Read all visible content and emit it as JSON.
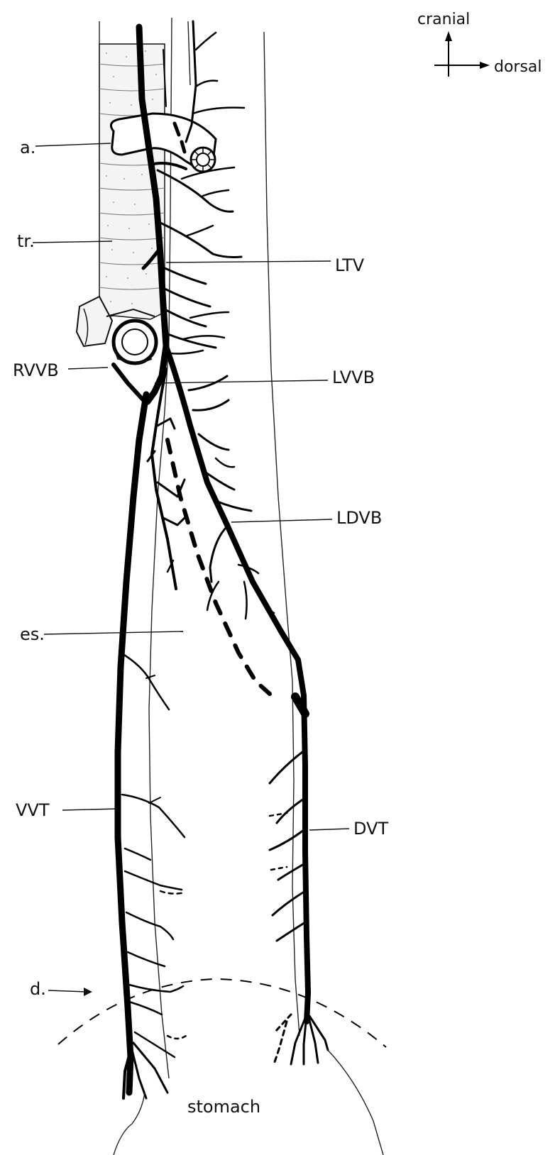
{
  "orientation": {
    "cranial": "cranial",
    "dorsal": "dorsal"
  },
  "labels": {
    "aorta": "a.",
    "trachea": "tr.",
    "ltv": "LTV",
    "rvvb": "RVVB",
    "lvvb": "LVVB",
    "ldvb": "LDVB",
    "esophagus": "es.",
    "vvt": "VVT",
    "dvt": "DVT",
    "diaphragm": "d.",
    "stomach": "stomach"
  },
  "colors": {
    "ink": "#000000",
    "trachea_fill": "#f4f4f4"
  }
}
